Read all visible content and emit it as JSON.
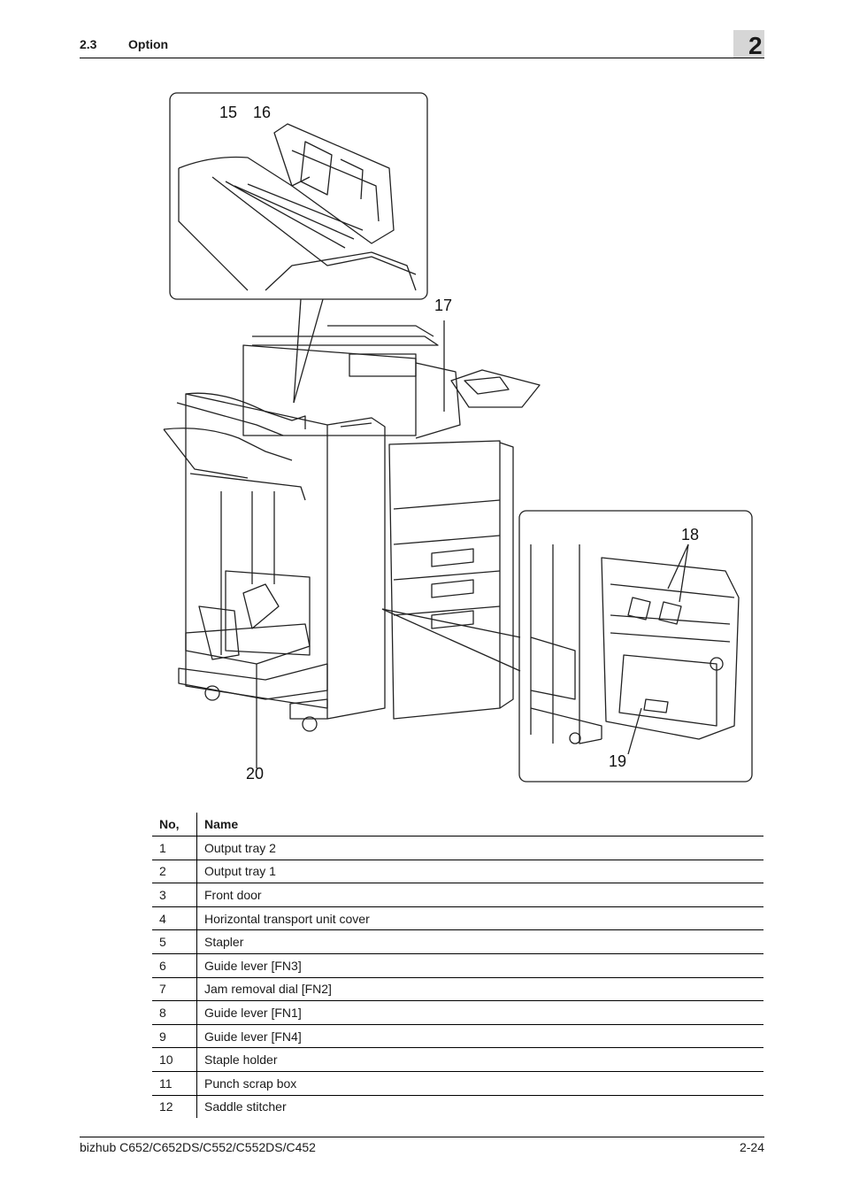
{
  "header": {
    "section_number": "2.3",
    "section_title": "Option",
    "chapter": "2"
  },
  "figure": {
    "callouts": [
      "15",
      "16",
      "17",
      "18",
      "19",
      "20"
    ]
  },
  "table": {
    "headers": [
      "No,",
      "Name"
    ],
    "rows": [
      [
        "1",
        "Output tray 2"
      ],
      [
        "2",
        "Output tray 1"
      ],
      [
        "3",
        "Front door"
      ],
      [
        "4",
        "Horizontal transport unit cover"
      ],
      [
        "5",
        "Stapler"
      ],
      [
        "6",
        "Guide lever [FN3]"
      ],
      [
        "7",
        "Jam removal dial [FN2]"
      ],
      [
        "8",
        "Guide lever [FN1]"
      ],
      [
        "9",
        "Guide lever [FN4]"
      ],
      [
        "10",
        "Staple holder"
      ],
      [
        "11",
        "Punch scrap box"
      ],
      [
        "12",
        "Saddle stitcher"
      ]
    ]
  },
  "footer": {
    "product": "bizhub C652/C652DS/C552/C552DS/C452",
    "page": "2-24"
  }
}
